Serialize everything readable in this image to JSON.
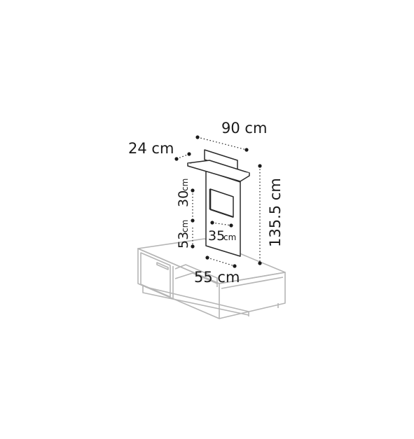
{
  "dimensions": {
    "width": {
      "value": "90",
      "unit": "cm",
      "label": "90 cm"
    },
    "depth": {
      "value": "24",
      "unit": "cm",
      "label": "24 cm"
    },
    "height": {
      "value": "135.5",
      "unit": "cm",
      "label": "135.5 cm"
    },
    "upper_section": {
      "value": "30",
      "unit": "cm"
    },
    "lower_section": {
      "value": "53",
      "unit": "cm"
    },
    "window_width": {
      "value": "35",
      "unit": "cm"
    },
    "base_width": {
      "value": "55",
      "unit": "cm",
      "label": "55 cm"
    }
  },
  "colors": {
    "panel_stroke": "#2a2a2a",
    "base_stroke": "#b5b5b5",
    "dim_line": "#1a1a1a"
  }
}
